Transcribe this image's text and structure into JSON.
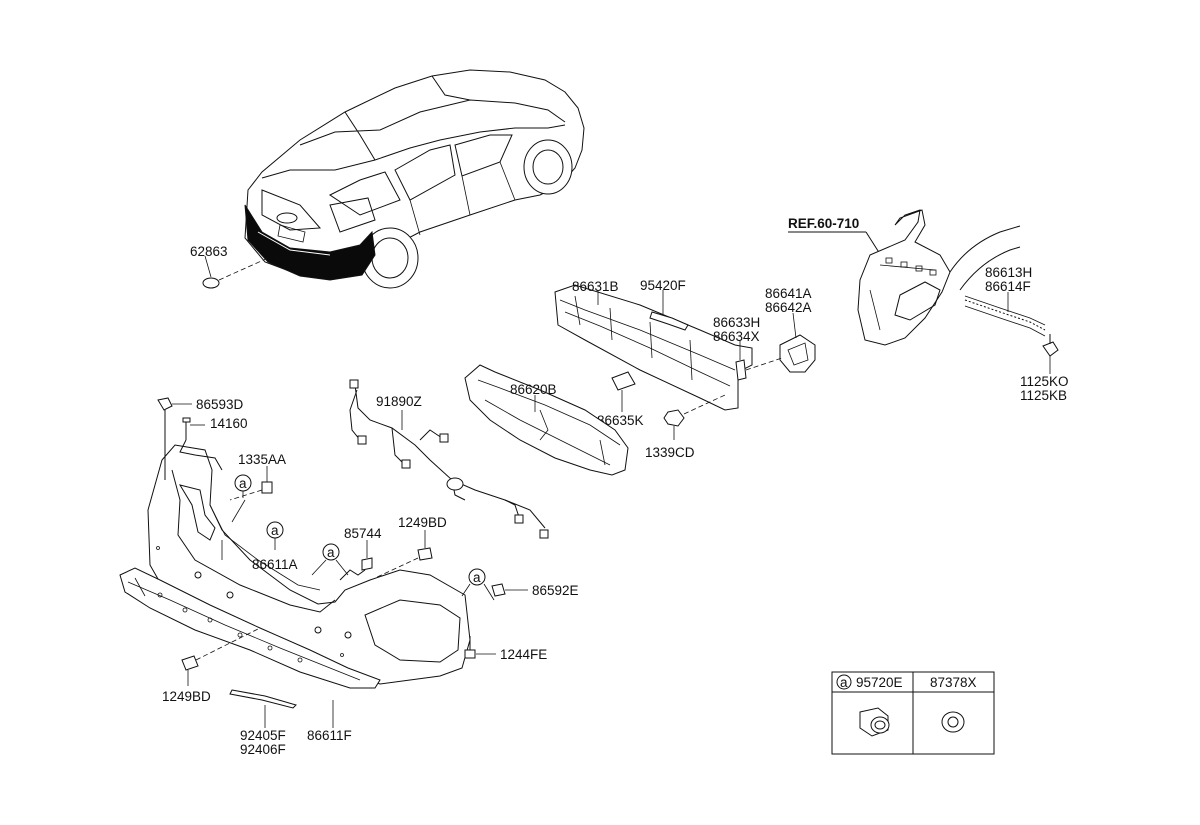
{
  "labels": {
    "p62863": "62863",
    "p86631B": "86631B",
    "p95420F": "95420F",
    "p86641A": "86641A",
    "p86642A": "86642A",
    "p86633H": "86633H",
    "p86634X": "86634X",
    "p86620B": "86620B",
    "p86635K": "86635K",
    "p1339CD": "1339CD",
    "pREF": "REF.60-710",
    "p86613H": "86613H",
    "p86614F": "86614F",
    "p1125KO": "1125KO",
    "p1125KB": "1125KB",
    "p86593D": "86593D",
    "p14160": "14160",
    "p1335AA": "1335AA",
    "p91890Z": "91890Z",
    "p1249BD_top": "1249BD",
    "p85744": "85744",
    "p86611A": "86611A",
    "p86592E": "86592E",
    "p1244FE": "1244FE",
    "p1249BD_bot": "1249BD",
    "p92405F": "92405F",
    "p92406F": "92406F",
    "p86611F": "86611F"
  },
  "callouts": {
    "a": "a"
  },
  "legend": {
    "marker": "a",
    "col1": "95720E",
    "col2": "87378X"
  }
}
